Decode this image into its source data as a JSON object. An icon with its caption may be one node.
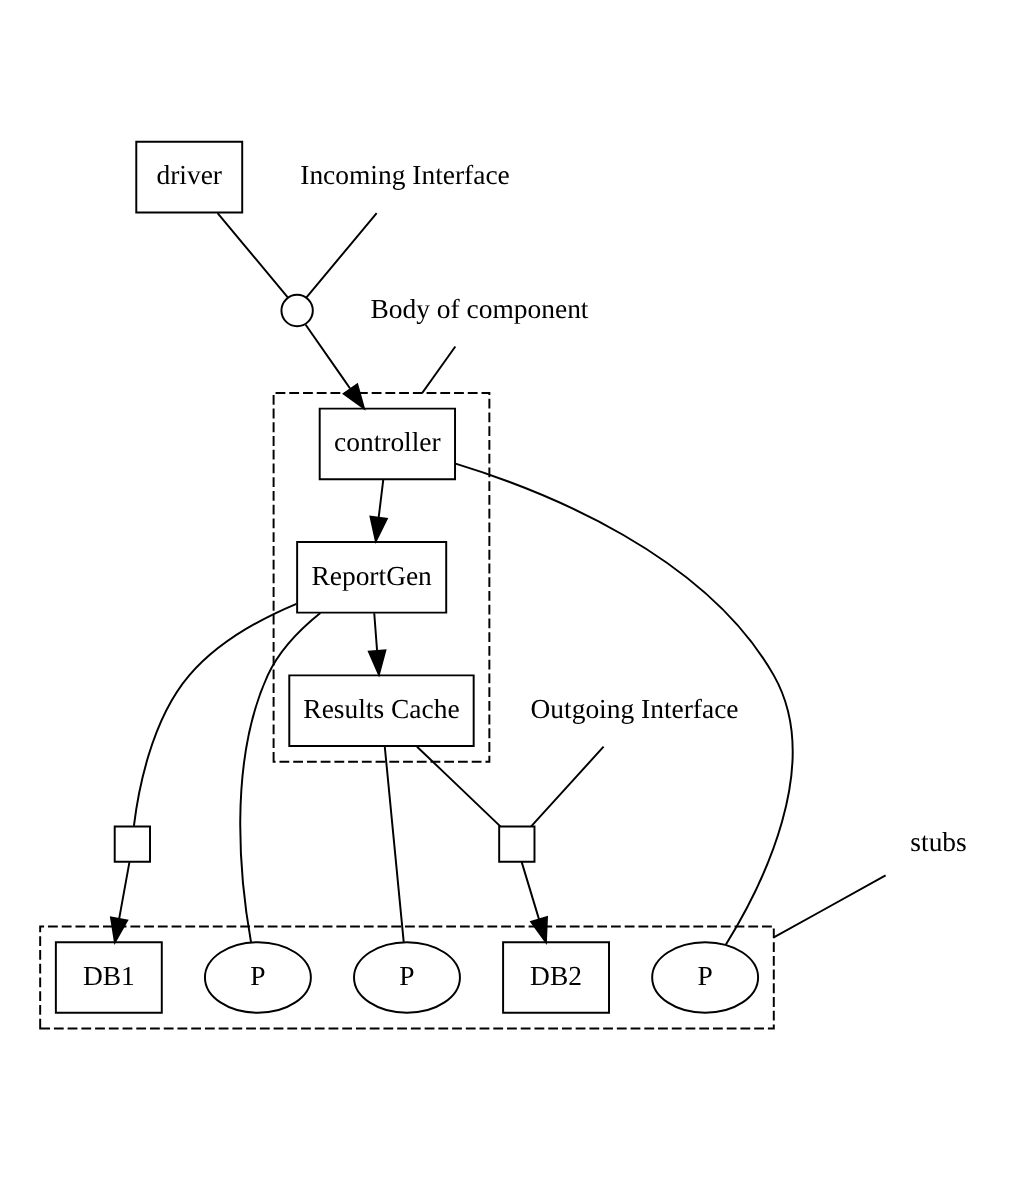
{
  "diagram": {
    "nodes": [
      {
        "text": [
          "driver"
        ]
      },
      {
        "text": [
          "Incoming Interface"
        ]
      },
      {
        "text": [
          "Body of component"
        ]
      },
      {
        "text": [],
        "shape": "circle"
      },
      {
        "text": [],
        "shape": "box"
      },
      {
        "text": [
          "controller"
        ],
        "in": 4
      },
      {
        "text": [
          "ReportGen"
        ],
        "in": 4
      },
      {
        "text": [
          "Results Cache"
        ],
        "in": 4
      },
      {
        "text": [],
        "shape": "box"
      },
      {
        "text": [],
        "shape": "box"
      },
      {
        "text": [
          "Outgoing Interface"
        ]
      },
      {
        "text": [],
        "shape": "box"
      },
      {
        "text": [
          "P"
        ],
        "in": 11
      },
      {
        "text": [
          "P"
        ],
        "in": 11
      },
      {
        "text": [
          "P"
        ],
        "in": 11
      },
      {
        "text": [
          "DB1"
        ],
        "in": 11
      },
      {
        "text": [
          "DB2"
        ],
        "in": 11
      },
      {
        "text": [
          "stubs"
        ]
      }
    ],
    "edges": [
      {
        "from": 0,
        "to": 3,
        "arrow": "none"
      },
      {
        "from": 3,
        "to": 5,
        "arrow": "to"
      },
      {
        "from": 1,
        "to": 3,
        "arrow": "none"
      },
      {
        "from": 2,
        "to": 4,
        "arrow": "none"
      },
      {
        "from": 5,
        "to": 6,
        "arrow": "to"
      },
      {
        "from": 6,
        "to": 7,
        "arrow": "to"
      },
      {
        "from": 5,
        "to": 12,
        "arrow": "none"
      },
      {
        "from": 6,
        "to": 13,
        "arrow": "none"
      },
      {
        "from": 7,
        "to": 14,
        "arrow": "none"
      },
      {
        "from": 6,
        "to": 8,
        "arrow": "none"
      },
      {
        "from": 8,
        "to": 15,
        "arrow": "to"
      },
      {
        "from": 7,
        "to": 9,
        "arrow": "none"
      },
      {
        "from": 9,
        "to": 16,
        "arrow": "to"
      },
      {
        "from": 10,
        "to": 9,
        "arrow": "none"
      },
      {
        "from": 17,
        "to": 11,
        "arrow": "none"
      }
    ]
  }
}
